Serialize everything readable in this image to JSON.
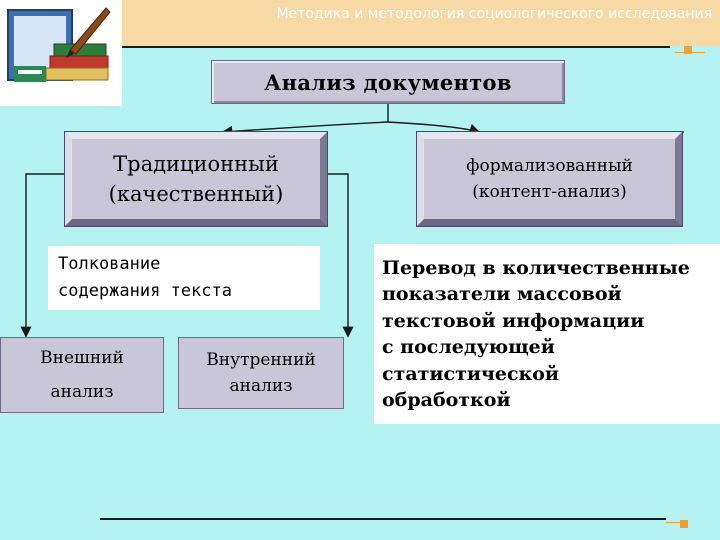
{
  "header": {
    "title": "Методика и методология социологического исследования"
  },
  "logo": {
    "icon": "books-quill-icon"
  },
  "diagram": {
    "root": {
      "label": "Анализ документов"
    },
    "traditional": {
      "label": "Традиционный\n(качественный)"
    },
    "formalized": {
      "label": "формализованный\n(контент-анализ)"
    },
    "interpretation": {
      "label": "Толкование\nсодержания текста"
    },
    "external": {
      "label": "Внешний\nанализ"
    },
    "internal": {
      "label": "Внутренний\n   анализ"
    },
    "quantitative": {
      "label": "Перевод в количественные\nпоказатели массовой\nтекстовой информации\nс последующей\nстатистической\nобработкой"
    }
  },
  "colors": {
    "background": "#b5f3f3",
    "header_band": "#f7d9a6",
    "box_fill": "#c9c6d8",
    "accent_square": "#f0a030"
  }
}
